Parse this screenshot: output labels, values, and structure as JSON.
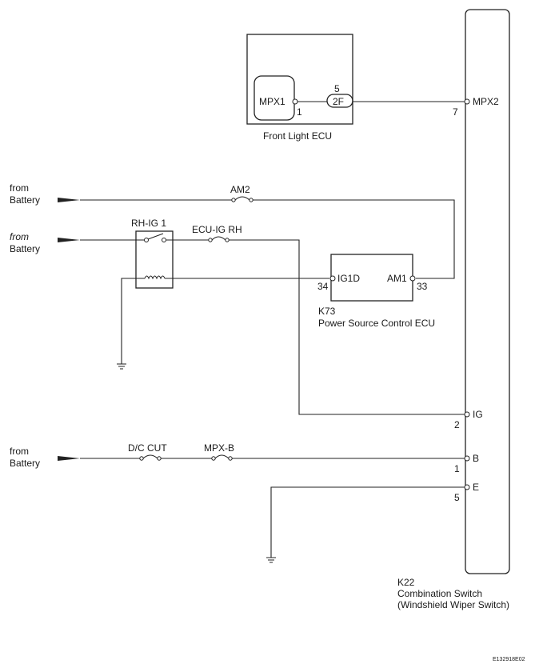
{
  "front_light_ecu": {
    "name": "Front Light ECU",
    "terminal_label": "MPX1",
    "terminal_pin": "1",
    "connector_pin": "5",
    "connector_code": "2F"
  },
  "power_source_ecu": {
    "code": "K73",
    "name": "Power Source Control ECU",
    "terminal_left": "IG1D",
    "terminal_left_pin": "34",
    "terminal_right": "AM1",
    "terminal_right_pin": "33"
  },
  "combination_switch": {
    "code": "K22",
    "name": "Combination Switch",
    "subtitle": "(Windshield Wiper Switch)",
    "terminals": [
      {
        "label": "MPX2",
        "pin": "7"
      },
      {
        "label": "IG",
        "pin": "2"
      },
      {
        "label": "B",
        "pin": "1"
      },
      {
        "label": "E",
        "pin": "5"
      }
    ]
  },
  "relay": {
    "label": "RH-IG 1"
  },
  "fuses": {
    "am2": "AM2",
    "ecu_ig_rh": "ECU-IG RH",
    "dc_cut": "D/C CUT",
    "mpx_b": "MPX-B"
  },
  "sources": [
    {
      "from": "from",
      "battery": "Battery"
    },
    {
      "from": "from",
      "battery": "Battery"
    },
    {
      "from": "from",
      "battery": "Battery"
    }
  ],
  "figure_code": "E132918E02"
}
